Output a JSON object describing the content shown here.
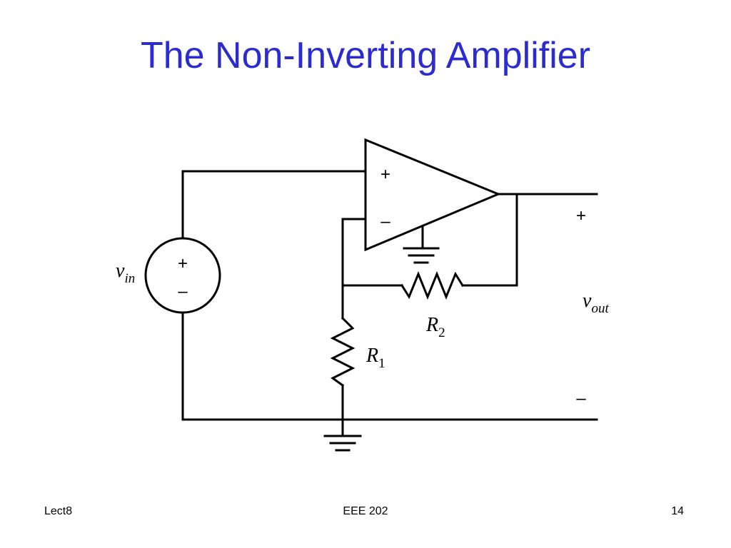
{
  "title": "The Non-Inverting Amplifier",
  "title_color": "#2b2bd2",
  "diagram": {
    "opamp": {
      "plus_label": "+",
      "minus_label": "–"
    },
    "source": {
      "name_main": "v",
      "name_sub": "in",
      "plus_label": "+",
      "minus_label": "–"
    },
    "output": {
      "name_main": "v",
      "name_sub": "out",
      "plus_label": "+",
      "minus_label": "–"
    },
    "r1": {
      "main": "R",
      "sub": "1"
    },
    "r2": {
      "main": "R",
      "sub": "2"
    }
  },
  "footer": {
    "left": "Lect8",
    "center": "EEE 202",
    "right": "14"
  }
}
